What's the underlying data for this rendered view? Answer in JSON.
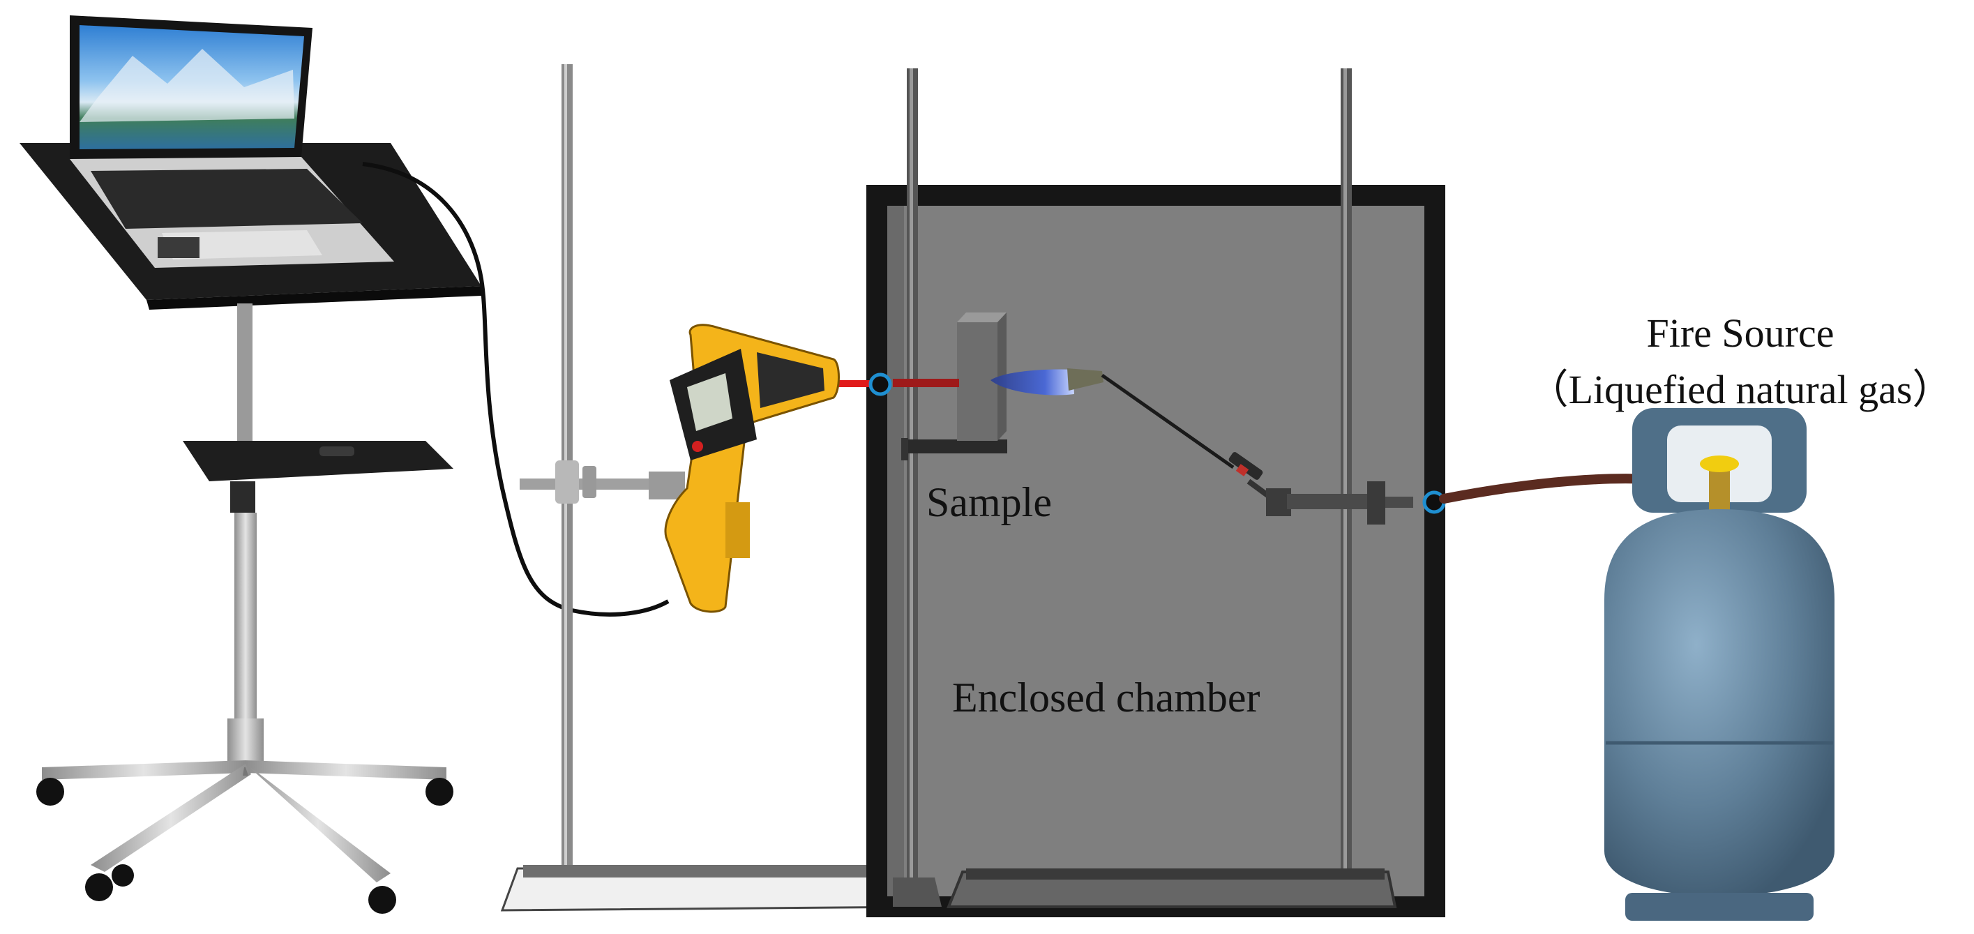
{
  "labels": {
    "fire_source_title": "Fire Source",
    "fire_source_fuel": "（Liquefied natural gas）",
    "sample": "Sample",
    "chamber": "Enclosed chamber"
  },
  "colors": {
    "chamber_frame": "#161616",
    "chamber_fill": "#7f7f7f",
    "laser": "#d9221c",
    "thermometer_body": "#f4b41a",
    "flame": "#3b57b8",
    "gas_cylinder": "#5f7f98",
    "hose": "#5b2b20",
    "sensor_ring": "#1f8fd1"
  },
  "icons": [
    "laptop-icon",
    "laptop-stand-icon",
    "retort-stand-icon",
    "infrared-thermometer-icon",
    "gas-torch-icon",
    "gas-cylinder-icon"
  ]
}
